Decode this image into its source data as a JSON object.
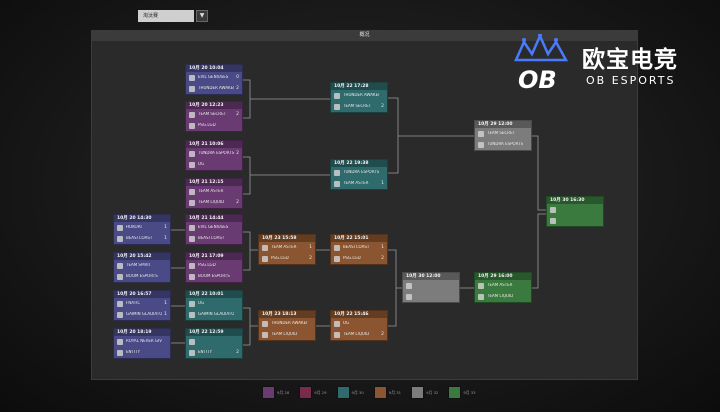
{
  "toolbar": {
    "dropdown_value": "淘汰赛",
    "dropdown_arrow": "▼"
  },
  "panel": {
    "title": "概况"
  },
  "logo": {
    "cn": "欧宝电竞",
    "en": "OB ESPORTS",
    "mark": "OB"
  },
  "colors": {
    "blue": "#494a86",
    "purple": "#6a3a72",
    "teal": "#2f6a6c",
    "orange": "#8a5530",
    "gray": "#7c7c7c",
    "green": "#3a7a3e"
  },
  "col0": [
    {
      "date": "10月 20 14:30",
      "t1": "HOKORI",
      "s1": "1",
      "t2": "BEASTCOAST",
      "s2": "1"
    },
    {
      "date": "10月 20 15:42",
      "t1": "TEAM SPIRIT",
      "s1": "",
      "t2": "BOOM ESPORTS",
      "s2": ""
    },
    {
      "date": "10月 20 16:57",
      "t1": "FNATIC",
      "s1": "1",
      "t2": "GAIMIN GLADIATORS",
      "s2": "1"
    },
    {
      "date": "10月 20 18:19",
      "t1": "ROYAL NEVER GIVE UP",
      "s1": "",
      "t2": "ENTITY",
      "s2": ""
    }
  ],
  "col1": [
    {
      "date": "10月 20 10:04",
      "t1": "EVIL GENIUSES",
      "s1": "0",
      "t2": "THUNDER AWAKEN",
      "s2": "2"
    },
    {
      "date": "10月 20 12:23",
      "t1": "TEAM SECRET",
      "s1": "2",
      "t2": "PSG.LGD",
      "s2": ""
    },
    {
      "date": "10月 21 10:06",
      "t1": "TUNDRA ESPORTS",
      "s1": "2",
      "t2": "OG",
      "s2": ""
    },
    {
      "date": "10月 21 12:15",
      "t1": "TEAM ASTER",
      "s1": "",
      "t2": "TEAM LIQUID",
      "s2": "2"
    },
    {
      "date": "10月 21 14:44",
      "t1": "EVIL GENIUSES",
      "s1": "",
      "t2": "BEASTCOAST",
      "s2": ""
    },
    {
      "date": "10月 21 17:09",
      "t1": "PSG.LGD",
      "s1": "",
      "t2": "BOOM ESPORTS",
      "s2": ""
    },
    {
      "date": "10月 22 10:01",
      "t1": "OG",
      "s1": "",
      "t2": "GAIMIN GLADIATORS",
      "s2": ""
    },
    {
      "date": "10月 22 12:59",
      "t1": "",
      "s1": "",
      "t2": "ENTITY",
      "s2": "2"
    }
  ],
  "col2": [
    {
      "date": "10月 22 17:28",
      "t1": "THUNDER AWAKEN",
      "s1": "",
      "t2": "TEAM SECRET",
      "s2": "2"
    },
    {
      "date": "10月 22 19:38",
      "t1": "TUNDRA ESPORTS",
      "s1": "",
      "t2": "TEAM ASTER",
      "s2": "1"
    },
    {
      "date": "10月 22 15:01",
      "t1": "BEASTCOAST",
      "s1": "1",
      "t2": "PSG.LGD",
      "s2": "2"
    },
    {
      "date": "10月 22 15:46",
      "t1": "OG",
      "s1": "",
      "t2": "TEAM LIQUID",
      "s2": "2"
    }
  ],
  "col3": [
    {
      "date": "10月 23 15:58",
      "t1": "TEAM ASTER",
      "s1": "1",
      "t2": "PSG.LGD",
      "s2": "2"
    },
    {
      "date": "10月 23 18:13",
      "t1": "THUNDER AWAKEN",
      "s1": "",
      "t2": "TEAM LIQUID",
      "s2": ""
    }
  ],
  "col4": [
    {
      "date": "10月 29 12:00",
      "t1": "TEAM SECRET",
      "s1": "",
      "t2": "TUNDRA ESPORTS",
      "s2": ""
    },
    {
      "date": "10月 29 16:00",
      "t1": "TEAM ASTER",
      "s1": "",
      "t2": "TEAM LIQUID",
      "s2": ""
    }
  ],
  "col5": [
    {
      "date": "10月 30 12:00",
      "t1": "",
      "s1": "",
      "t2": "",
      "s2": ""
    }
  ],
  "col6": [
    {
      "date": "10月 30 16:30",
      "t1": "",
      "s1": "",
      "t2": "",
      "s2": ""
    }
  ],
  "legend": [
    "9月 28",
    "9月 29",
    "9月 30",
    "9月 31",
    "9月 32",
    "9月 33"
  ]
}
